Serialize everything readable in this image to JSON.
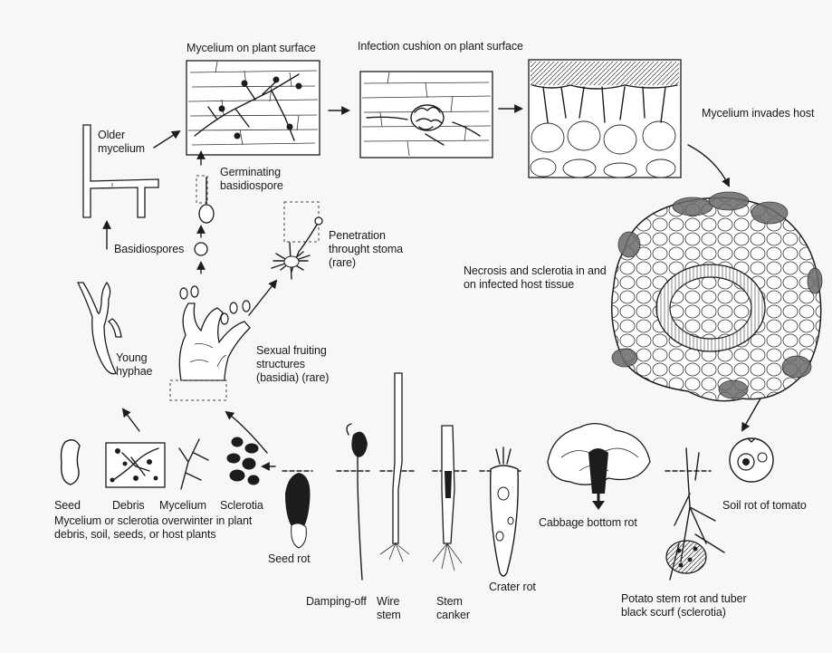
{
  "labels": {
    "mycelium_surface": "Mycelium on plant surface",
    "infection_cushion": "Infection cushion on plant surface",
    "mycelium_invades": "Mycelium invades host",
    "older_mycelium": "Older\nmycelium",
    "germinating": "Germinating\nbasidiospore",
    "basidiospores": "Basidiospores",
    "penetration": "Penetration\nthrought stoma\n(rare)",
    "necrosis": "Necrosis and sclerotia in and\non infected host tissue",
    "young_hyphae": "Young\nhyphae",
    "sexual_fruiting": "Sexual fruiting\nstructures\n(basidia) (rare)",
    "seed": "Seed",
    "debris": "Debris",
    "mycelium": "Mycelium",
    "sclerotia": "Sclerotia",
    "overwinter": "Mycelium or sclerotia overwinter in plant\ndebris, soil, seeds, or host plants",
    "seed_rot": "Seed rot",
    "damping_off": "Damping-off",
    "wire_stem": "Wire\nstem",
    "stem_canker": "Stem\ncanker",
    "crater_rot": "Crater rot",
    "cabbage_bottom_rot": "Cabbage bottom rot",
    "soil_rot_tomato": "Soil rot of tomato",
    "potato_stem_rot": "Potato stem rot and tuber\nblack scurf (sclerotia)"
  }
}
